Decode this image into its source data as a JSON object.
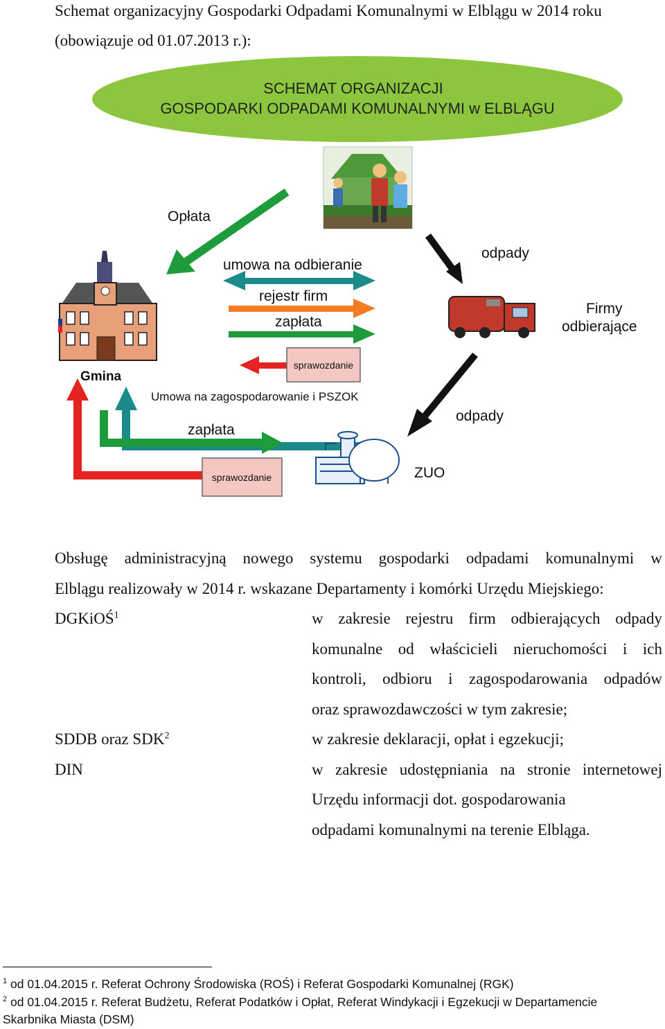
{
  "intro": {
    "line1": "Schemat organizacyjny Gospodarki Odpadami Komunalnymi w Elblągu w 2014 roku",
    "line2": "(obowiązuje od 01.07.2013 r.):"
  },
  "diagram": {
    "banner_line1": "SCHEMAT ORGANIZACJI",
    "banner_line2": "GOSPODARKI ODPADAMI KOMUNALNYMI w ELBLĄGU",
    "oplata": "Opłata",
    "umowa": "umowa na odbieranie",
    "rejestr": "rejestr firm",
    "zaplata1": "zapłata",
    "sprawozdanie1": "sprawozdanie",
    "gmina": "Gmina",
    "umowa_pszok": "Umowa na zagospodarowanie i PSZOK",
    "zaplata2": "zapłata",
    "sprawozdanie2": "sprawozdanie",
    "odpady1": "odpady",
    "firmy_line1": "Firmy",
    "firmy_line2": "odbierające",
    "odpady2": "odpady",
    "zuo": "ZUO",
    "colors": {
      "banner": "#8cc63f",
      "green": "#1e9b3b",
      "teal": "#1a8a8a",
      "orange": "#f47b20",
      "red": "#e52421",
      "label_box": "#f4c7c3",
      "truck": "#c0392b"
    }
  },
  "paragraph": {
    "line1_words": [
      "Obsługę",
      "administracyjną",
      "nowego",
      "systemu",
      "gospodarki",
      "odpadami",
      "komunalnymi",
      "w"
    ],
    "line2": "Elblągu realizowały w 2014 r. wskazane Departamenty i komórki Urzędu Miejskiego:"
  },
  "units": [
    {
      "term": "DGKiOŚ",
      "sup": "1",
      "lines": [
        "w zakresie rejestru firm odbierających odpady",
        "komunalne od właścicieli nieruchomości i ich",
        "kontroli, odbioru i zagospodarowania odpadów",
        "oraz sprawozdawczości w tym zakresie;"
      ]
    },
    {
      "term": "SDDB oraz SDK",
      "sup": "2",
      "lines": [
        "w zakresie deklaracji, opłat i egzekucji;"
      ]
    },
    {
      "term": "DIN",
      "sup": "",
      "lines": [
        "w zakresie udostępniania na stronie internetowej",
        "Urzędu informacji dot. gospodarowania",
        "odpadami komunalnymi na terenie Elbląga."
      ]
    }
  ],
  "footnotes": {
    "n1": "1",
    "text1": "od 01.04.2015 r. Referat Ochrony Środowiska (ROŚ) i Referat Gospodarki Komunalnej (RGK)",
    "n2": "2",
    "text2_line1": "od 01.04.2015 r. Referat Budżetu, Referat Podatków i Opłat, Referat Windykacji i Egzekucji w Departamencie",
    "text2_line2": "Skarbnika Miasta (DSM)"
  }
}
